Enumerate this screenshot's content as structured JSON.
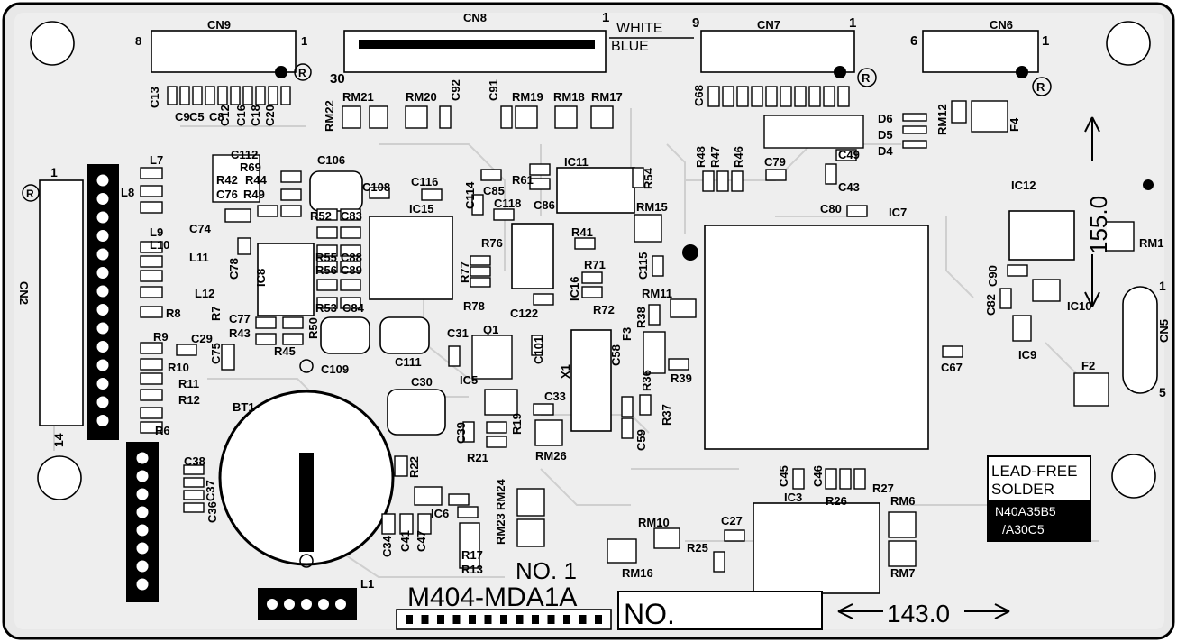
{
  "connectors": {
    "cn9": {
      "name": "CN9",
      "pin_left": "8",
      "pin_right": "1"
    },
    "cn8": {
      "name": "CN8",
      "pin_left": "30",
      "pin_right": "1"
    },
    "cn7": {
      "name": "CN7",
      "pin_left": "9",
      "pin_right": "1"
    },
    "cn6": {
      "name": "CN6",
      "pin_left": "6",
      "pin_right": "1"
    },
    "cn2": {
      "name": "CN2",
      "pin_top": "1",
      "pin_bottom": "14"
    },
    "cn5": {
      "name": "CN5",
      "pin_top": "1",
      "pin_bottom": "5"
    }
  },
  "wire_colors": {
    "white": "WHITE",
    "blue": "BLUE"
  },
  "reg_mark": "R",
  "ic": {
    "ic7": "IC7",
    "ic11": "IC11",
    "ic12": "IC12",
    "ic15": "IC15",
    "ic16": "IC16",
    "ic8": "IC8",
    "ic5": "IC5",
    "ic6": "IC6",
    "ic3": "IC3",
    "ic9": "IC9",
    "ic10": "IC10"
  },
  "components": [
    "C13",
    "C9",
    "C5",
    "C8",
    "C12",
    "C16",
    "C18",
    "C20",
    "RM22",
    "RM21",
    "RM20",
    "C92",
    "C91",
    "RM19",
    "RM18",
    "RM17",
    "C68",
    "RM12",
    "F4",
    "D6",
    "D5",
    "D4",
    "L7",
    "L8",
    "L9",
    "L10",
    "L11",
    "L12",
    "R8",
    "R7",
    "R9",
    "R10",
    "R11",
    "R12",
    "R6",
    "C112",
    "R69",
    "R42",
    "R44",
    "C76",
    "R49",
    "C74",
    "C78",
    "C106",
    "C108",
    "C116",
    "R52",
    "C83",
    "R55",
    "R56",
    "C88",
    "C89",
    "R53",
    "C84",
    "C77",
    "R43",
    "R50",
    "R45",
    "C29",
    "C75",
    "C114",
    "C85",
    "R61",
    "C86",
    "R54",
    "C118",
    "RM15",
    "R76",
    "R77",
    "R78",
    "R41",
    "R71",
    "R72",
    "C122",
    "C115",
    "RM11",
    "R38",
    "R48",
    "R47",
    "R46",
    "C79",
    "C49",
    "C43",
    "C80",
    "C31",
    "Q1",
    "C101",
    "X1",
    "C58",
    "F3",
    "R39",
    "R36",
    "R37",
    "C59",
    "C33",
    "C39",
    "R19",
    "R21",
    "RM26",
    "C30",
    "C111",
    "C109",
    "BT1",
    "C38",
    "C37",
    "C36",
    "R22",
    "C34",
    "C41",
    "C47",
    "RM24",
    "RM23",
    "R17",
    "R13",
    "RM10",
    "R25",
    "RM16",
    "C27",
    "C45",
    "C46",
    "R26",
    "R27",
    "RM6",
    "RM7",
    "C90",
    "C82",
    "C67",
    "RM1",
    "F2",
    "L1"
  ],
  "lead_free_box": {
    "line1": "LEAD-FREE",
    "line2": "SOLDER",
    "line3": "N40A35B5",
    "line4": "/A30C5"
  },
  "board_markings": {
    "model": "M404-MDA1A",
    "no_tag": "NO. 1",
    "no_box": "NO.",
    "dimension_horizontal": "143.0",
    "dimension_vertical": "155.0"
  }
}
